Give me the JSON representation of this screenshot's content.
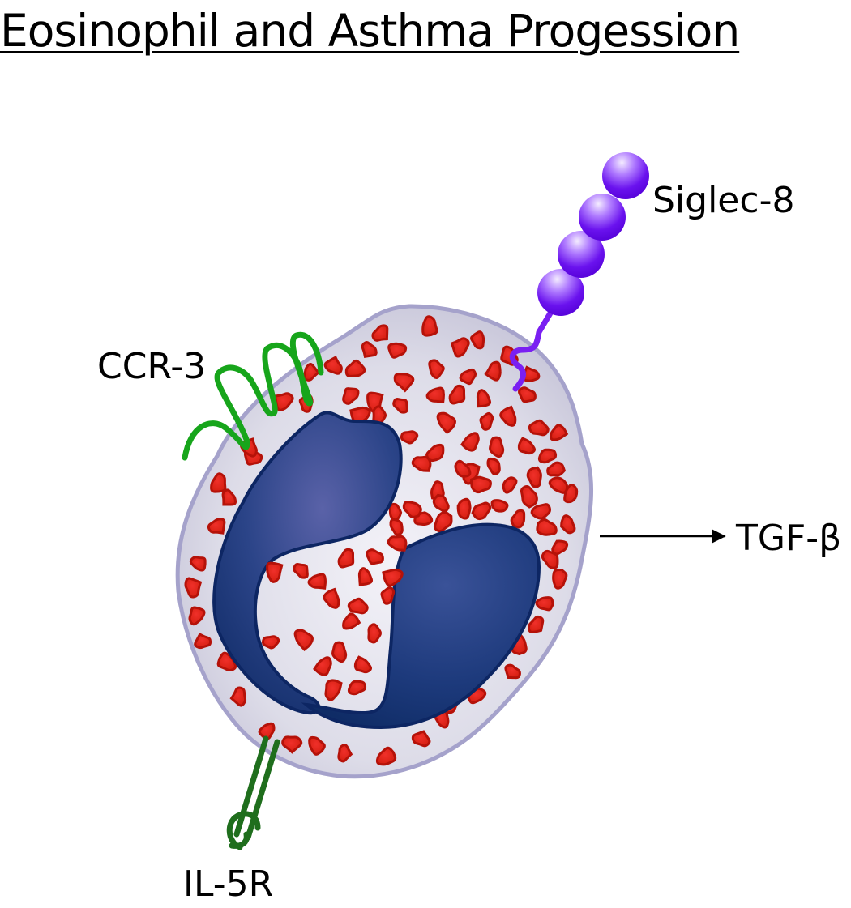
{
  "title": "Eosinophil and Asthma Progession",
  "labels": {
    "siglec": "Siglec-8",
    "ccr": "CCR-3",
    "tgf": "TGF-β",
    "il5r": "IL-5R"
  },
  "colors": {
    "cytoplasm": "#d2d1e0",
    "membrane": "#a5a2cb",
    "nucleus": "#1b3a78",
    "nucleus_edge": "#0d2663",
    "granule": "#e22717",
    "granule_edge": "#b51209",
    "ccr3": "#17a51b",
    "il5r": "#1f6e1d",
    "siglec": "#7a1ff2"
  }
}
